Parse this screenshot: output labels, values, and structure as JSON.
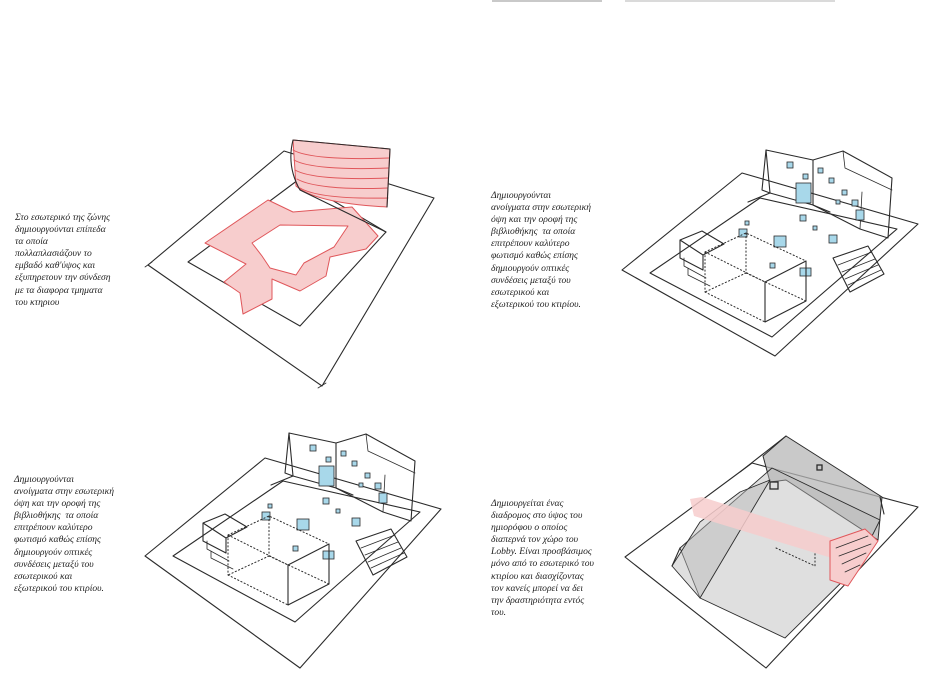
{
  "captions": [
    {
      "text": "Στο εσωτερικό της ζώνης\nδημιουργούνται επίπεδα\nτα οποία\nπολλαπλασιάζουν το\nεμβαδό καθ'ύψος και\nεξυπηρετουν την σύνδεση\nμε τα διαφορα τμηματα\nτου κτηριου"
    },
    {
      "text": "Δημιουργούνται\nανοίγματα στην εσωτερική\nόψη και την οροφή της\nβιβλιοθήκης  τα οποία\nεπιτρέπουν καλύτερο\nφωτισμό καθώς επίσης\nδημιουργούν οπτικές\nσυνδέσεις μεταξύ του\nεσωτερικού και\nεξωτερικού του κτιρίου."
    },
    {
      "text": "Δημιουργούνται\nανοίγματα στην εσωτερική\nόψη και την οροφή της\nβιβλιοθήκης  τα οποία\nεπιτρέπουν καλύτερο\nφωτισμό καθώς επίσης\nδημιουργούν οπτικές\nσυνδέσεις μεταξύ του\nεσωτερικού και\nεξωτερικού του κτιρίου."
    },
    {
      "text": "Δημιουργείται ένας\nδιαδρομος στο ύψος του\nημιορόφου ο οποίος\nδιαπερνά τον χώρο του\nLobby. Είναι προσβάσιμος\nμόνο από το εσωτερικό του\nκτιρίου και διασχίζοντας\nτον κανείς μπορεί να δει\nτην δραστηριότητα εντός\nτου."
    }
  ],
  "colors": {
    "ink": "#2b2b2b",
    "red_line": "#e0575b",
    "red_fill": "#f7cdcd",
    "window_blue": "#a8d8ea",
    "plane_gray": "#b7b7b7",
    "background": "#ffffff"
  }
}
